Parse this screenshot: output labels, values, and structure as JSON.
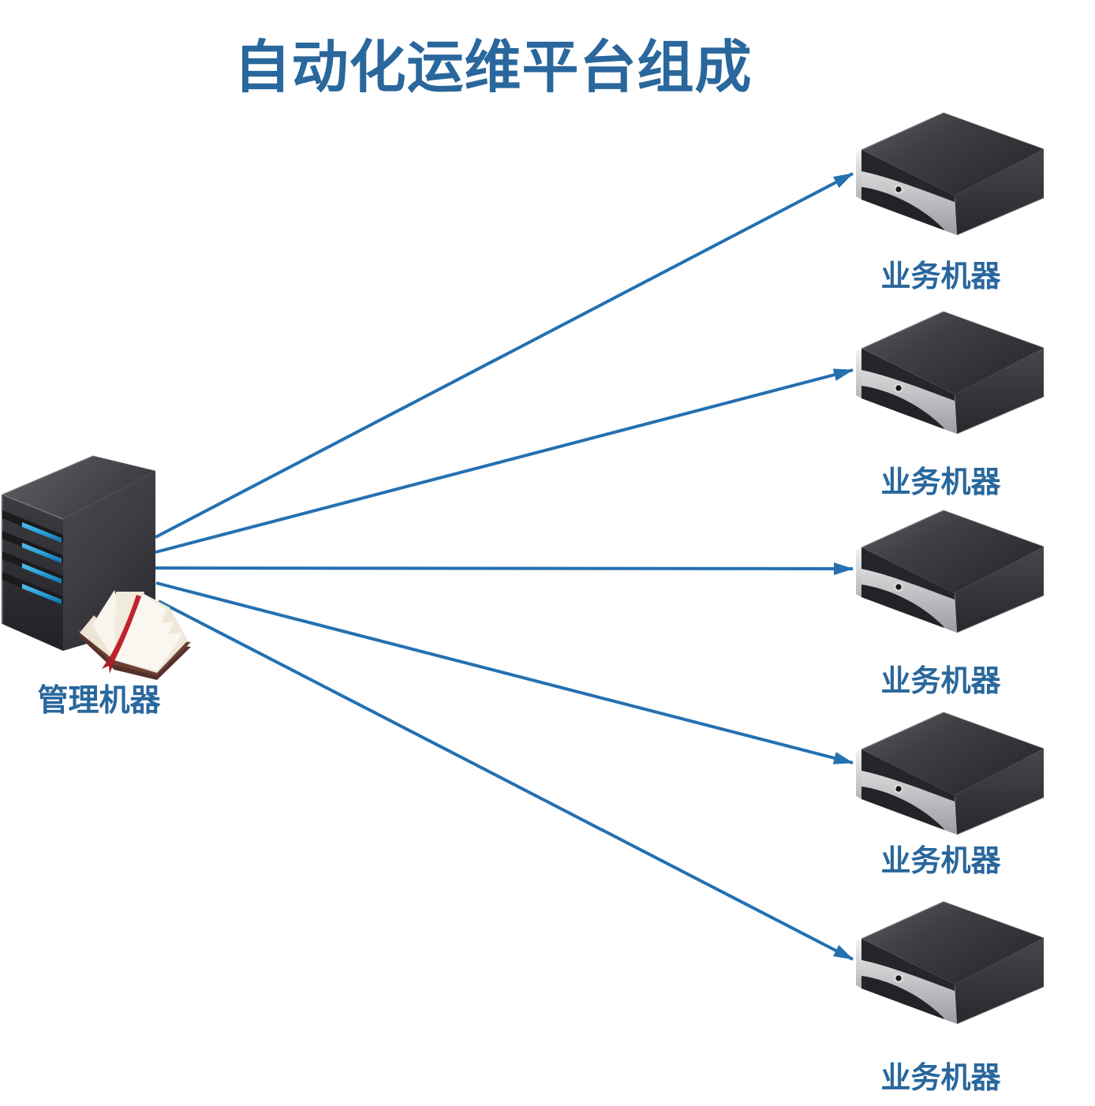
{
  "title": "自动化运维平台组成",
  "manager": {
    "label": "管理机器"
  },
  "servers": [
    {
      "label": "业务机器"
    },
    {
      "label": "业务机器"
    },
    {
      "label": "业务机器"
    },
    {
      "label": "业务机器"
    },
    {
      "label": "业务机器"
    }
  ],
  "connections": [
    {
      "from": "管理机器",
      "to": "业务机器",
      "index": 1
    },
    {
      "from": "管理机器",
      "to": "业务机器",
      "index": 2
    },
    {
      "from": "管理机器",
      "to": "业务机器",
      "index": 3
    },
    {
      "from": "管理机器",
      "to": "业务机器",
      "index": 4
    },
    {
      "from": "管理机器",
      "to": "业务机器",
      "index": 5
    }
  ],
  "icons": {
    "manager_machine": "server-tower-icon",
    "manager_playbook": "open-book-icon",
    "business_machine": "server-box-icon",
    "connector": "arrow-icon"
  },
  "colors": {
    "background": "#ffffff",
    "text_blue": "#29679c",
    "arrow_blue": "#2470b0",
    "server_dark": "#3c3c41",
    "server_panel_silver": "#d9dadc",
    "tower_slot_blue": "#2b9fd6",
    "book_cover_brown": "#6b4134",
    "book_ribbon_red": "#c0222e"
  }
}
